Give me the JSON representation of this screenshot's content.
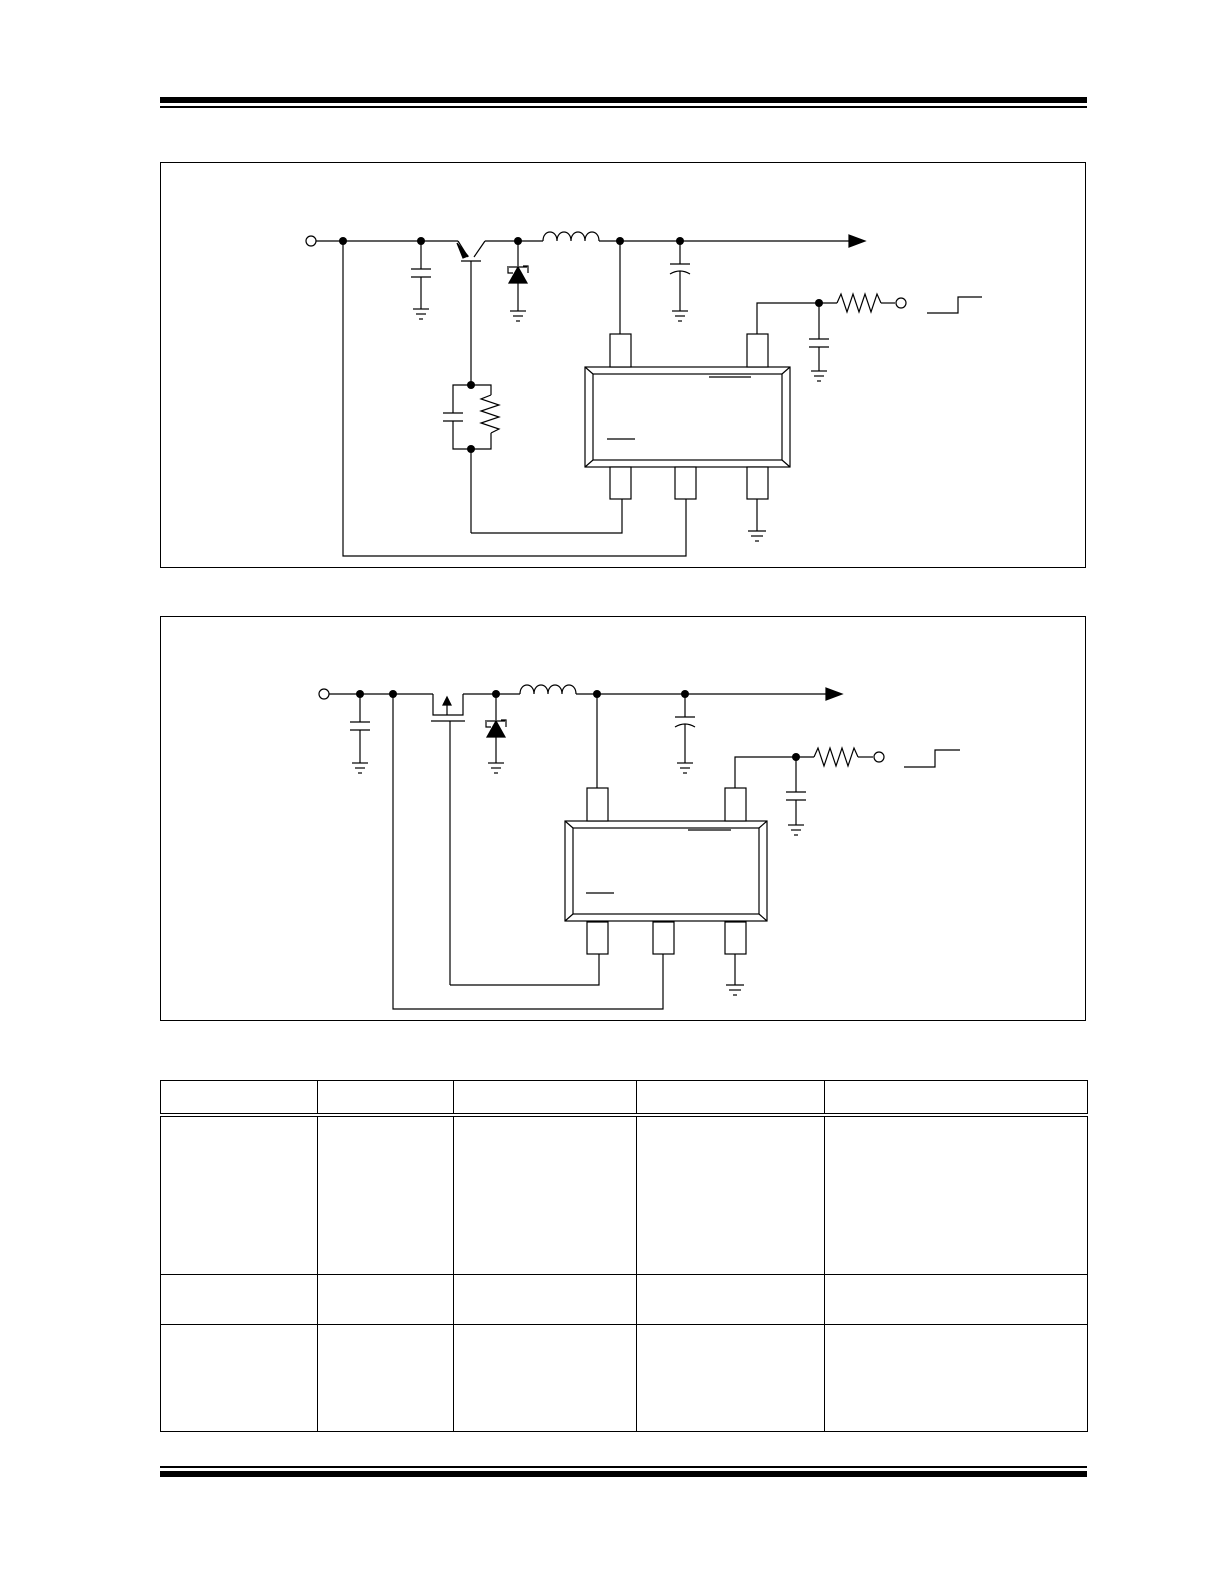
{
  "page": {
    "figures": [
      {
        "id": "figure-bipolar-pnp",
        "switch_type": "pnp-transistor"
      },
      {
        "id": "figure-p-mosfet",
        "switch_type": "p-channel-mosfet"
      }
    ],
    "table": {
      "columns": [
        "",
        "",
        "",
        "",
        ""
      ],
      "rows": [
        [
          "",
          "",
          "",
          "",
          ""
        ],
        [
          "",
          "",
          "",
          "",
          ""
        ],
        [
          "",
          "",
          "",
          "",
          ""
        ]
      ]
    }
  }
}
